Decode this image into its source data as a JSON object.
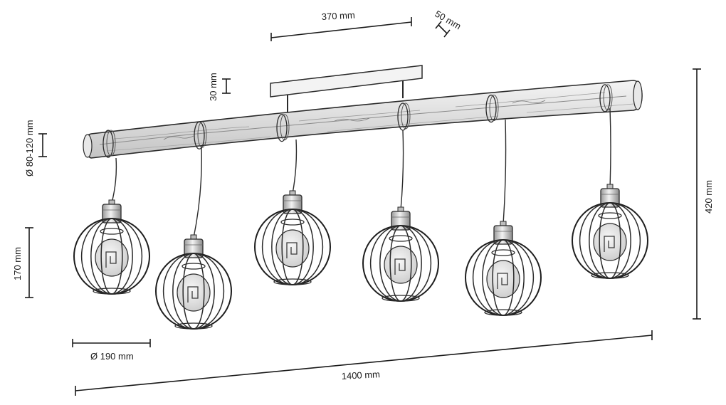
{
  "dimensions": {
    "canopy_length": "370 mm",
    "canopy_width": "50 mm",
    "canopy_height": "30 mm",
    "beam_diameter": "Ø 80-120 mm",
    "shade_height": "170 mm",
    "shade_diameter": "Ø 190 mm",
    "total_length": "1400 mm",
    "total_height": "420 mm"
  },
  "lamp_count": 6
}
